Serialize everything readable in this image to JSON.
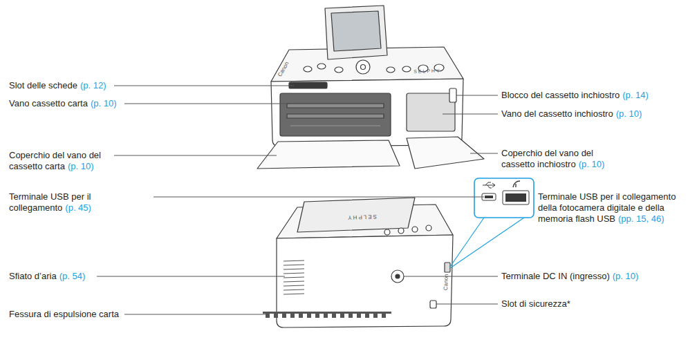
{
  "diagram": {
    "labels": [
      "Slot delle schede",
      "(p. 12)",
      "Vano cassetto carta",
      "(p. 10)",
      "Coperchio del vano del cassetto carta",
      "(p. 10)",
      "Blocco del cassetto inchiostro",
      "(p. 14)",
      "Vano del cassetto inchiostro",
      "(p. 10)",
      "Coperchio del vano del cassetto inchiostro",
      "(p. 10)",
      "Terminale USB per il collegamento",
      "(p. 45)",
      "Terminale USB per il collegamento della fotocamera digitale e della memoria flash USB",
      "(pp. 15, 46)",
      "Sfiato d’aria",
      "(p. 54)",
      "Fessura di espulsione carta",
      "Terminale DC IN (ingresso)",
      "(p. 10)",
      "Slot di sicurezza*",
      "SELPHY",
      "Canon",
      "SELPHY",
      "Canon"
    ]
  }
}
